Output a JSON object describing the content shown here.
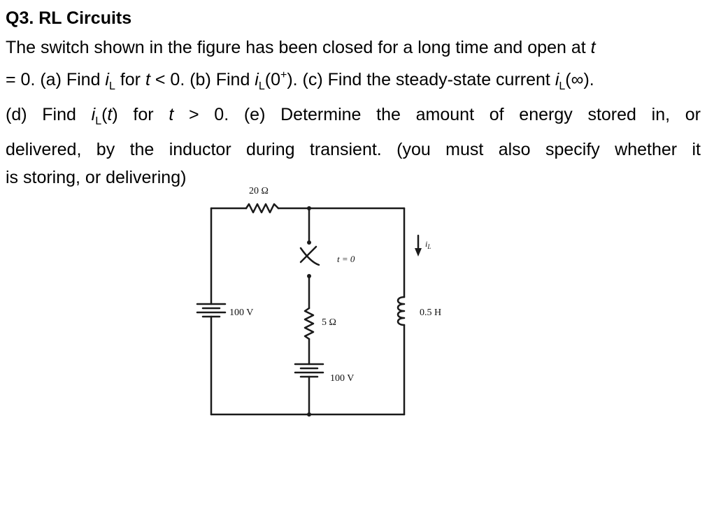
{
  "heading": "Q3. RL Circuits",
  "problem": {
    "line1": {
      "text": " The switch shown in the figure has been closed for a long time and open at ",
      "t": "t"
    },
    "line2": {
      "a": "= 0. (a) Find ",
      "i": "i",
      "L": "L",
      "b": " for ",
      "t": "t",
      "c": " < 0.   (b) Find ",
      "d": "(0",
      "plus": "+",
      "e": ").  (c) Find the steady-state current  ",
      "f": "(∞)."
    },
    "line3": {
      "a": "(d) Find ",
      "b": "(",
      "t": "t",
      "c": ") for ",
      "d": " > 0. (e) Determine the amount of energy stored in, or"
    },
    "line4": "delivered, by the inductor during transient. (you must also specify whether it",
    "line5": "is storing, or delivering)"
  },
  "circuit": {
    "r1_label": "20 Ω",
    "r2_label": "5 Ω",
    "v1_label": "100 V",
    "v2_label": "100 V",
    "l_label": "0.5 H",
    "switch_label": "t = 0",
    "current_label_i": "i",
    "current_label_sub": "L"
  }
}
